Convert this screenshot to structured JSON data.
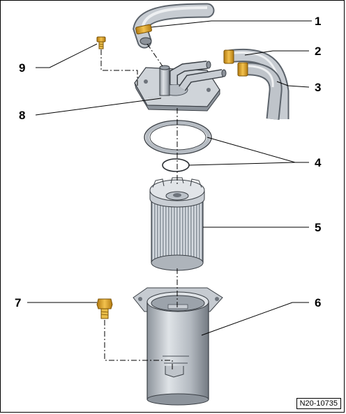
{
  "figure": {
    "reference_code": "N20-10735",
    "callouts": [
      "1",
      "2",
      "3",
      "4",
      "5",
      "6",
      "7",
      "8",
      "9"
    ]
  },
  "colors": {
    "metal": "#b8bdc4",
    "metal_dark": "#6e747c",
    "clamp": "#e0a020",
    "filter_pleat": "#9aa3ad",
    "line": "#000000"
  }
}
